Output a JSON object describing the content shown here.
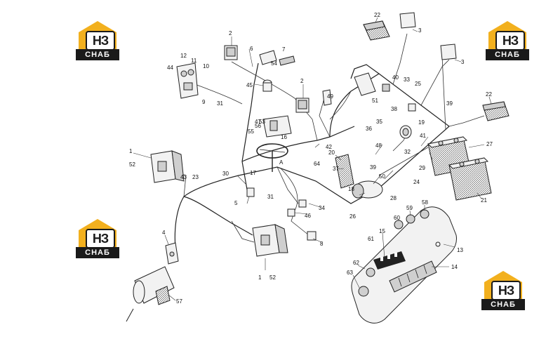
{
  "logo": {
    "mark": "НЗ",
    "caption": "СНАБ",
    "color": "#f2b01e"
  },
  "labels": {
    "n1a": "1",
    "n52a": "52",
    "n1b": "1",
    "n52b": "52",
    "n2a": "2",
    "n2b": "2",
    "n3a": "3",
    "n3b": "3",
    "n4": "4",
    "n5": "5",
    "n6": "6",
    "n7": "7",
    "n8": "8",
    "n9": "9",
    "n10": "10",
    "n11": "11",
    "n12": "12",
    "n13": "13",
    "n14": "14",
    "n15": "15",
    "n16": "16",
    "n17": "17",
    "n18": "18",
    "n19": "19",
    "n20": "20",
    "n21": "21",
    "n22a": "22",
    "n22b": "22",
    "n23": "23",
    "n24": "24",
    "n25": "25",
    "n26": "26",
    "n27": "27",
    "n28": "28",
    "n29": "29",
    "n30": "30",
    "n31a": "31",
    "n31b": "31",
    "n32": "32",
    "n33": "33",
    "n34": "34",
    "n35": "35",
    "n36": "36",
    "n37": "37",
    "n38": "38",
    "n39a": "39",
    "n39b": "39",
    "n40": "40",
    "n41": "41",
    "n42": "42",
    "n43": "43",
    "n44": "44",
    "n45": "45",
    "n46": "46",
    "n47": "47",
    "n48": "48",
    "n49": "49",
    "n50": "50",
    "n51": "51",
    "n53": "53",
    "n54": "54",
    "n55": "55",
    "n56": "56",
    "n57": "57",
    "n58": "58",
    "n59": "59",
    "n60": "60",
    "n61": "61",
    "n62": "62",
    "n63": "63",
    "n64": "64",
    "nA": "A"
  }
}
